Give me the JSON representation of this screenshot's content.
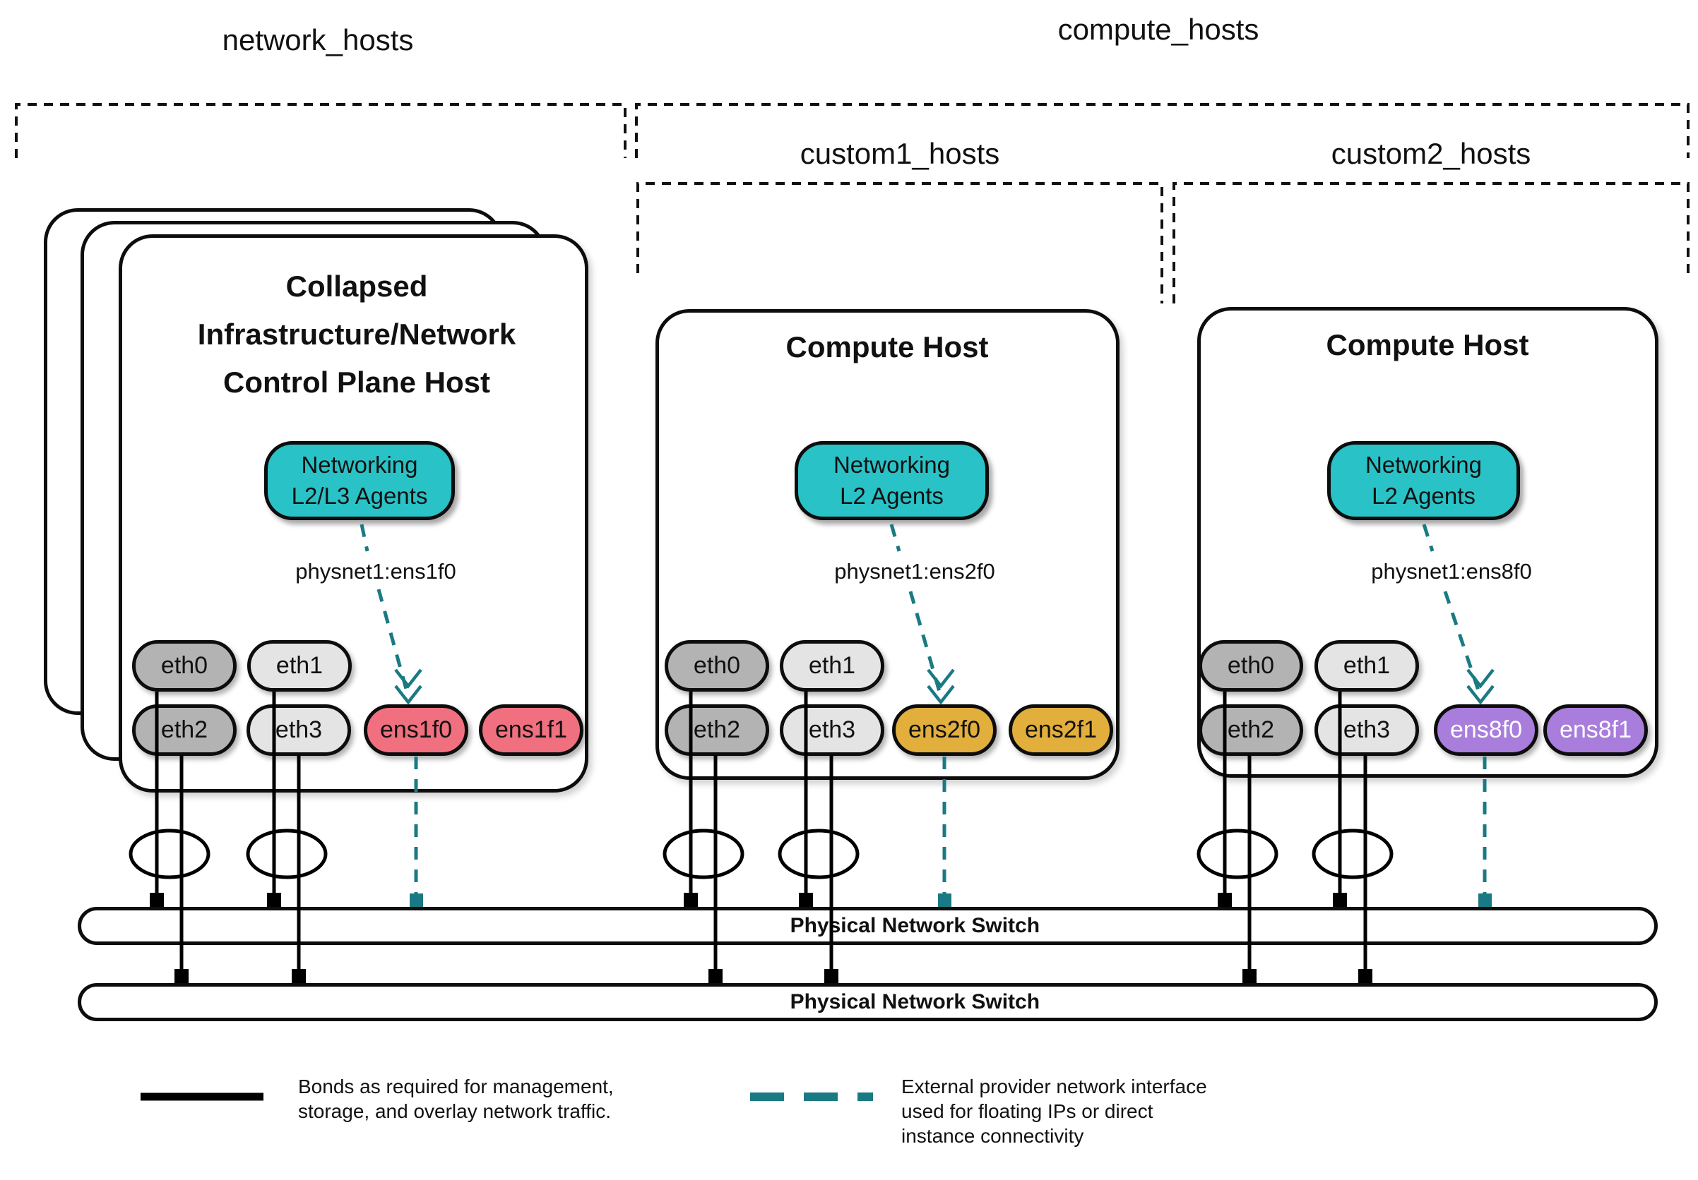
{
  "diagram_title": "OpenStack-Ansible provider network host groups diagram",
  "colors": {
    "line": "#0d0d0d",
    "teal": "#29c2c6",
    "teal-dark": "#1a7a83",
    "gray-dark": "#b3b3b3",
    "gray-light": "#e4e4e4",
    "rose": "#f0707f",
    "gold": "#e2af3d",
    "purple": "#a87ddc"
  },
  "groups": {
    "network": "network_hosts",
    "compute": "compute_hosts",
    "custom1": "custom1_hosts",
    "custom2": "custom2_hosts"
  },
  "hosts": [
    {
      "title_lines": [
        "Collapsed",
        "Infrastructure/Network",
        "Control Plane Host"
      ],
      "agent_lines": [
        "Networking",
        "L2/L3 Agents"
      ],
      "physnet": "physnet1:ens1f0",
      "interfaces": [
        {
          "label": "eth0"
        },
        {
          "label": "eth1"
        },
        {
          "label": "eth2"
        },
        {
          "label": "eth3"
        },
        {
          "label": "ens1f0"
        },
        {
          "label": "ens1f1"
        }
      ]
    },
    {
      "title_lines": [
        "Compute Host"
      ],
      "agent_lines": [
        "Networking",
        "L2 Agents"
      ],
      "physnet": "physnet1:ens2f0",
      "interfaces": [
        {
          "label": "eth0"
        },
        {
          "label": "eth1"
        },
        {
          "label": "eth2"
        },
        {
          "label": "eth3"
        },
        {
          "label": "ens2f0"
        },
        {
          "label": "ens2f1"
        }
      ]
    },
    {
      "title_lines": [
        "Compute Host"
      ],
      "agent_lines": [
        "Networking",
        "L2 Agents"
      ],
      "physnet": "physnet1:ens8f0",
      "interfaces": [
        {
          "label": "eth0"
        },
        {
          "label": "eth1"
        },
        {
          "label": "eth2"
        },
        {
          "label": "eth3"
        },
        {
          "label": "ens8f0"
        },
        {
          "label": "ens8f1"
        }
      ]
    }
  ],
  "switches": [
    {
      "label": "Physical Network Switch"
    },
    {
      "label": "Physical Network Switch"
    }
  ],
  "legend": {
    "bond_lines": [
      "Bonds as required for management,",
      "storage, and overlay network traffic."
    ],
    "provider_lines": [
      "External provider network interface",
      "used for floating IPs or direct",
      "instance connectivity"
    ]
  }
}
